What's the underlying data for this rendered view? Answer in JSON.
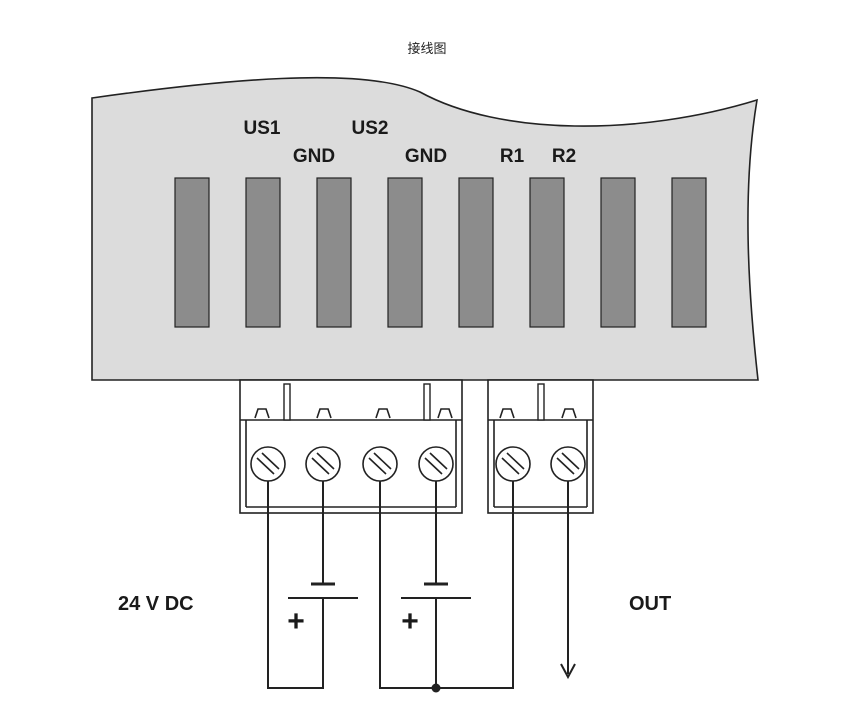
{
  "title": "接线图",
  "labels": {
    "us1": "US1",
    "us2": "US2",
    "gnd1": "GND",
    "gnd2": "GND",
    "r1": "R1",
    "r2": "R2",
    "supply": "24 V DC",
    "out": "OUT"
  },
  "battery_sign": "+",
  "colors": {
    "housing": "#dcdcdc",
    "slot": "#8c8c8c",
    "line": "#222222"
  }
}
